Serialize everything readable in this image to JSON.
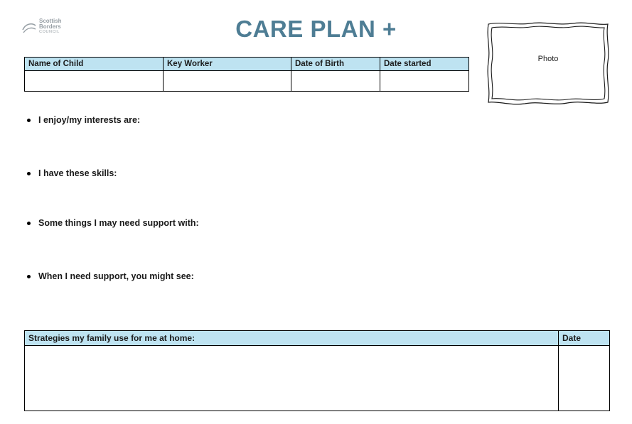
{
  "page": {
    "title": "CARE PLAN +"
  },
  "logo": {
    "line1": "Scottish",
    "line2": "Borders",
    "line3": "COUNCIL"
  },
  "photo_box": {
    "label": "Photo"
  },
  "info_table": {
    "headers": [
      "Name of Child",
      "Key Worker",
      "Date of Birth",
      "Date started"
    ],
    "values": [
      "",
      "",
      "",
      ""
    ]
  },
  "bullets": [
    "I enjoy/my interests are:",
    "I have these skills:",
    "Some things I may need support with:",
    "When I need support, you might see:"
  ],
  "strategies_table": {
    "headers": [
      "Strategies my family use for me at home:",
      "Date"
    ],
    "values": [
      "",
      ""
    ]
  },
  "colors": {
    "title": "#4e7d94",
    "table_header_fill": "#bee3f1",
    "logo_gray": "#98a0a6"
  }
}
